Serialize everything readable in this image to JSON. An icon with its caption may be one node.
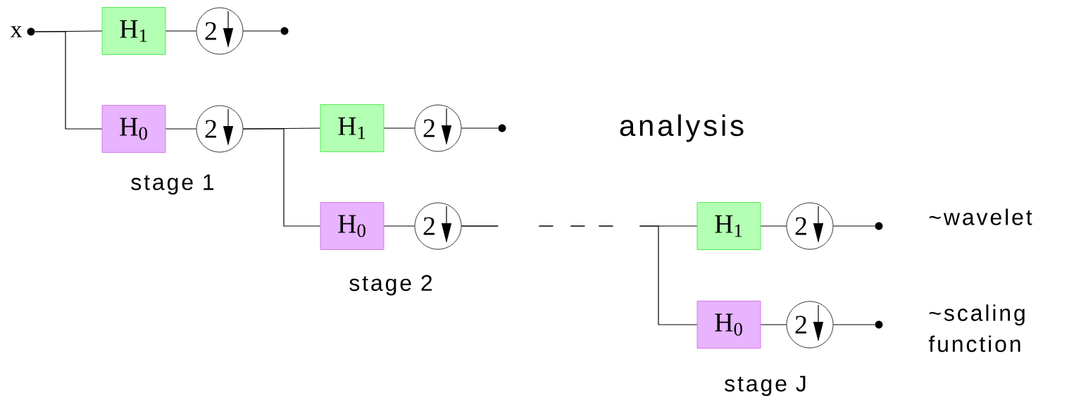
{
  "diagram": {
    "nodes": [
      {
        "text": [],
        "shape": "circle",
        "beside": [
          "x"
        ]
      },
      {
        "text": [
          "H$_{1}$"
        ]
      },
      {
        "text": [
          "2"
        ]
      },
      {
        "text": [],
        "shape": "circle"
      },
      {
        "text": [
          "H$_{0}$"
        ]
      },
      {
        "text": [
          "2"
        ]
      },
      {
        "text": [
          "H$_{1}$"
        ]
      },
      {
        "text": [
          "2"
        ]
      },
      {
        "text": [],
        "shape": "circle"
      },
      {
        "text": [
          "H$_{0}$"
        ]
      },
      {
        "text": [
          "2"
        ]
      },
      {
        "text": [
          "H$_{1}$"
        ]
      },
      {
        "text": [
          "2"
        ]
      },
      {
        "text": [],
        "shape": "circle",
        "beside": [
          "~wavelet"
        ]
      },
      {
        "text": [
          "H$_{0}$"
        ]
      },
      {
        "text": [
          "2"
        ]
      },
      {
        "text": [],
        "shape": "circle",
        "beside": [
          "~scaling function"
        ]
      }
    ],
    "edges": [
      {
        "from": 0,
        "to": 1,
        "arrow": "none"
      },
      {
        "from": 0,
        "to": 4,
        "arrow": "none"
      },
      {
        "from": 1,
        "to": 2,
        "arrow": "none"
      },
      {
        "from": 2,
        "to": 3,
        "arrow": "none"
      },
      {
        "from": 4,
        "to": 5,
        "arrow": "none"
      },
      {
        "from": 5,
        "to": 6,
        "arrow": "none"
      },
      {
        "from": 5,
        "to": 9,
        "arrow": "none"
      },
      {
        "from": 6,
        "to": 7,
        "arrow": "none"
      },
      {
        "from": 7,
        "to": 8,
        "arrow": "none"
      },
      {
        "from": 9,
        "to": 10,
        "arrow": "none"
      },
      {
        "from": 10,
        "to": 11,
        "arrow": "none",
        "style": "dashed"
      },
      {
        "from": 10,
        "to": 14,
        "arrow": "none",
        "style": "dashed"
      },
      {
        "from": 11,
        "to": 12,
        "arrow": "none"
      },
      {
        "from": 12,
        "to": 13,
        "arrow": "none"
      },
      {
        "from": 14,
        "to": 15,
        "arrow": "none"
      },
      {
        "from": 15,
        "to": 16,
        "arrow": "none"
      }
    ],
    "labels": [
      "analysis",
      "stage 1",
      "stage 2",
      "stage J"
    ]
  }
}
